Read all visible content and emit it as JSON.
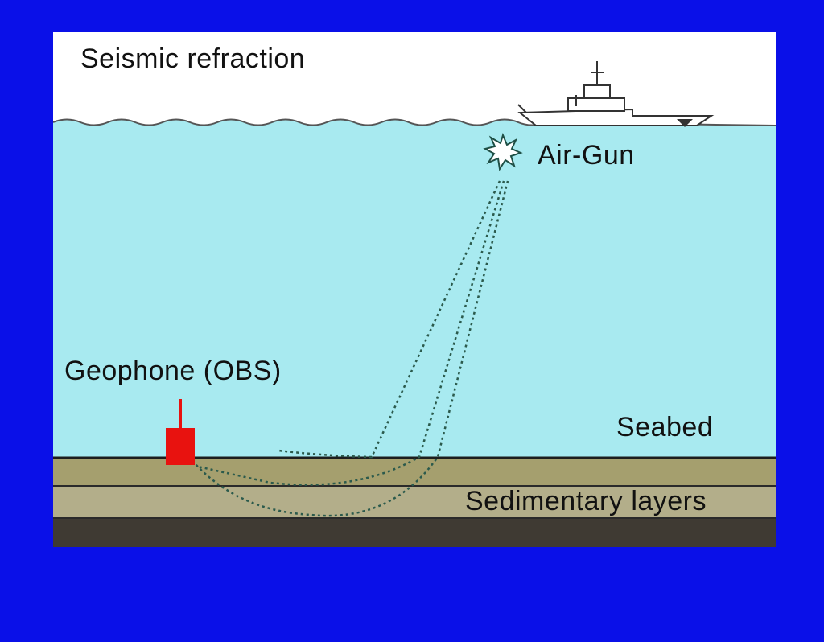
{
  "diagram": {
    "title": "Seismic refraction",
    "labels": {
      "airgun": "Air-Gun",
      "geophone": "Geophone (OBS)",
      "seabed": "Seabed",
      "layers": "Sedimentary layers"
    },
    "colors": {
      "frame": "#0a10e8",
      "sky": "#ffffff",
      "water": "#a8eaf0",
      "sediment_top": "#a59f6e",
      "sediment_mid": "#b3ae8a",
      "bedrock": "#3f3a33",
      "geophone": "#e8120f",
      "ray": "#2b5a4c"
    }
  }
}
